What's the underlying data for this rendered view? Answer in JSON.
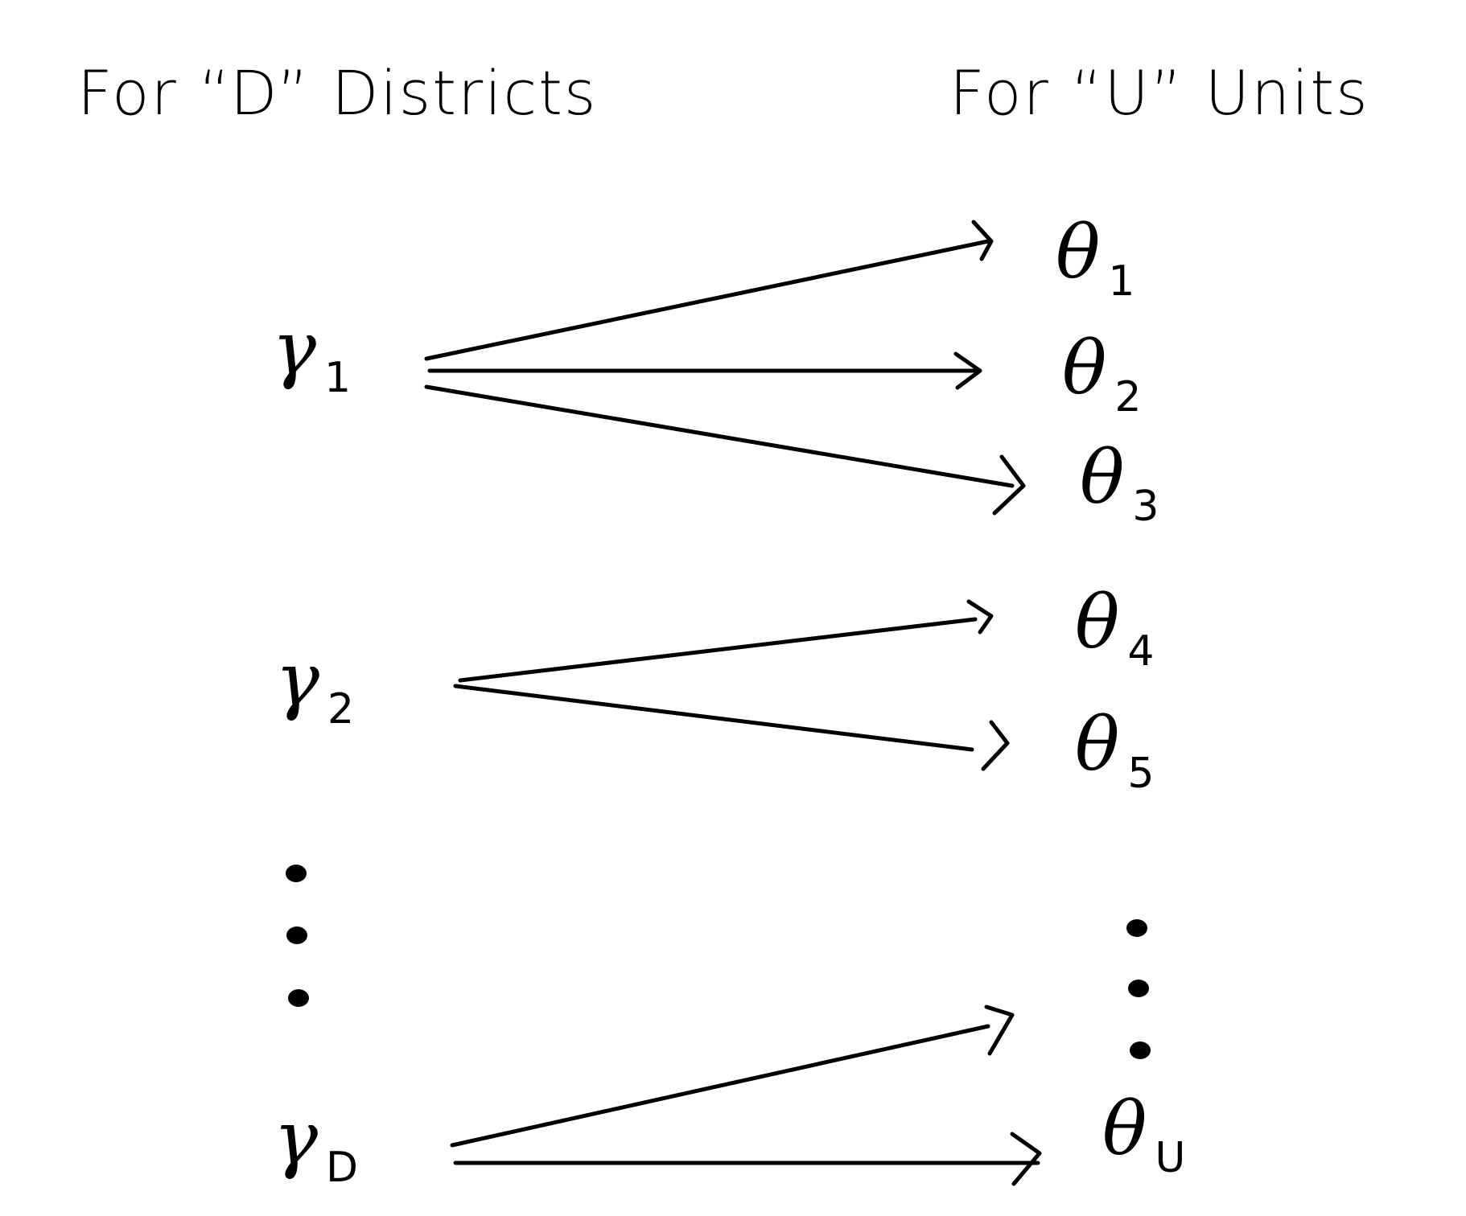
{
  "headers": {
    "left": "For “D” Districts",
    "right": "For “U” Units"
  },
  "districts": [
    {
      "symbol": "γ",
      "sub": "1"
    },
    {
      "symbol": "γ",
      "sub": "2"
    },
    {
      "symbol": "γ",
      "sub": "D"
    }
  ],
  "units": [
    {
      "symbol": "θ",
      "sub": "1"
    },
    {
      "symbol": "θ",
      "sub": "2"
    },
    {
      "symbol": "θ",
      "sub": "3"
    },
    {
      "symbol": "θ",
      "sub": "4"
    },
    {
      "symbol": "θ",
      "sub": "5"
    },
    {
      "symbol": "θ",
      "sub": "U"
    }
  ],
  "edges": [
    {
      "from": "district-1",
      "to": "unit-1"
    },
    {
      "from": "district-1",
      "to": "unit-2"
    },
    {
      "from": "district-1",
      "to": "unit-3"
    },
    {
      "from": "district-2",
      "to": "unit-4"
    },
    {
      "from": "district-2",
      "to": "unit-5"
    },
    {
      "from": "district-D",
      "to": "unit-ellipsis"
    },
    {
      "from": "district-D",
      "to": "unit-U"
    }
  ],
  "stroke_color": "#000000"
}
